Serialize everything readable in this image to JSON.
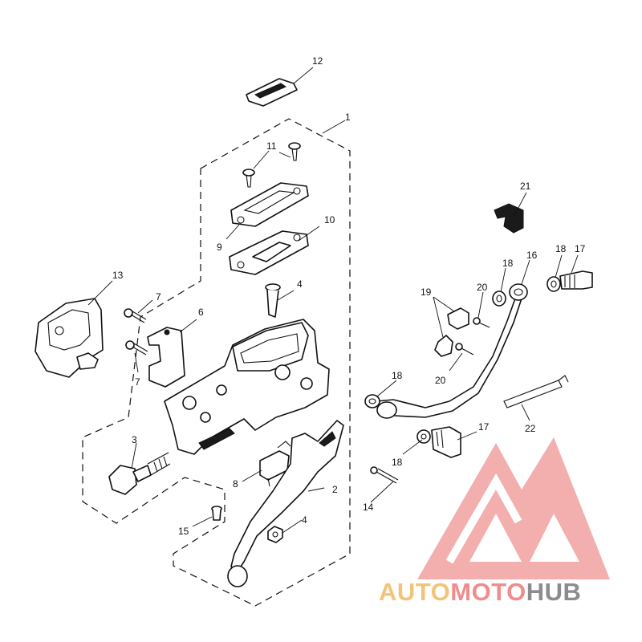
{
  "callouts": {
    "c1": "1",
    "c2": "2",
    "c3": "3",
    "c4a": "4",
    "c4b": "4",
    "c6": "6",
    "c7a": "7",
    "c7b": "7",
    "c8": "8",
    "c9": "9",
    "c10": "10",
    "c11": "11",
    "c12": "12",
    "c13": "13",
    "c14": "14",
    "c15": "15",
    "c16": "16",
    "c17a": "17",
    "c17b": "17",
    "c18a": "18",
    "c18b": "18",
    "c18c": "18",
    "c18d": "18",
    "c19": "19",
    "c20a": "20",
    "c20b": "20",
    "c21": "21",
    "c22": "22"
  },
  "watermark": {
    "word1": "AUTO",
    "word2": "MOTO",
    "word3": "HUB",
    "colors": {
      "auto": "#f3c37a",
      "moto": "#ef8d8d",
      "hub": "#8c8c8c",
      "mark": "#f2a0a0"
    }
  }
}
